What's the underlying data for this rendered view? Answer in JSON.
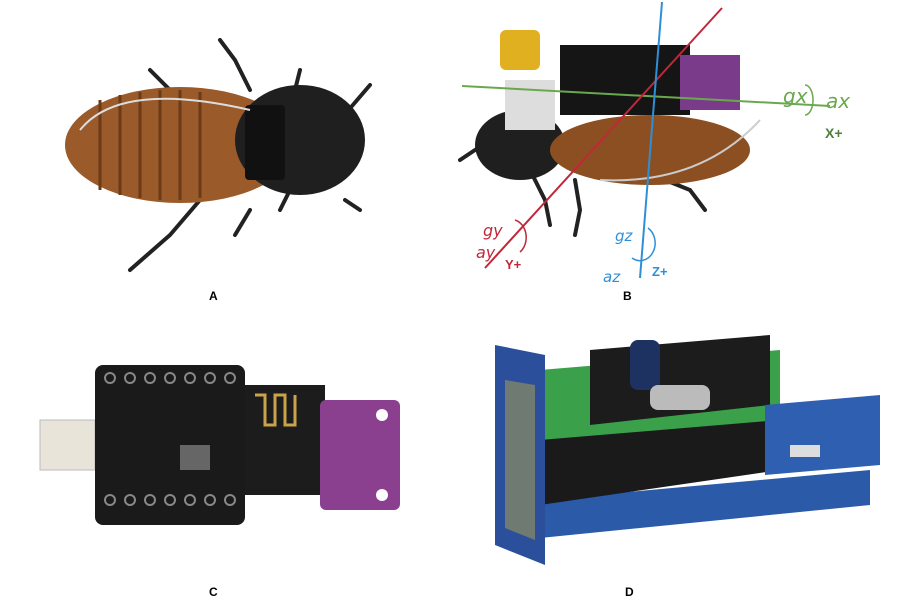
{
  "panels": [
    {
      "label": "A"
    },
    {
      "label": "B"
    },
    {
      "label": "C"
    },
    {
      "label": "D"
    }
  ],
  "axes": {
    "x": {
      "gyro": "gx",
      "accel": "ax",
      "direction": "X+",
      "color": "#6aa84f"
    },
    "y": {
      "gyro": "gy",
      "accel": "ay",
      "direction": "Y+",
      "color": "#c0283a"
    },
    "z": {
      "gyro": "gz",
      "accel": "az",
      "direction": "Z+",
      "color": "#2f8fd6"
    }
  }
}
